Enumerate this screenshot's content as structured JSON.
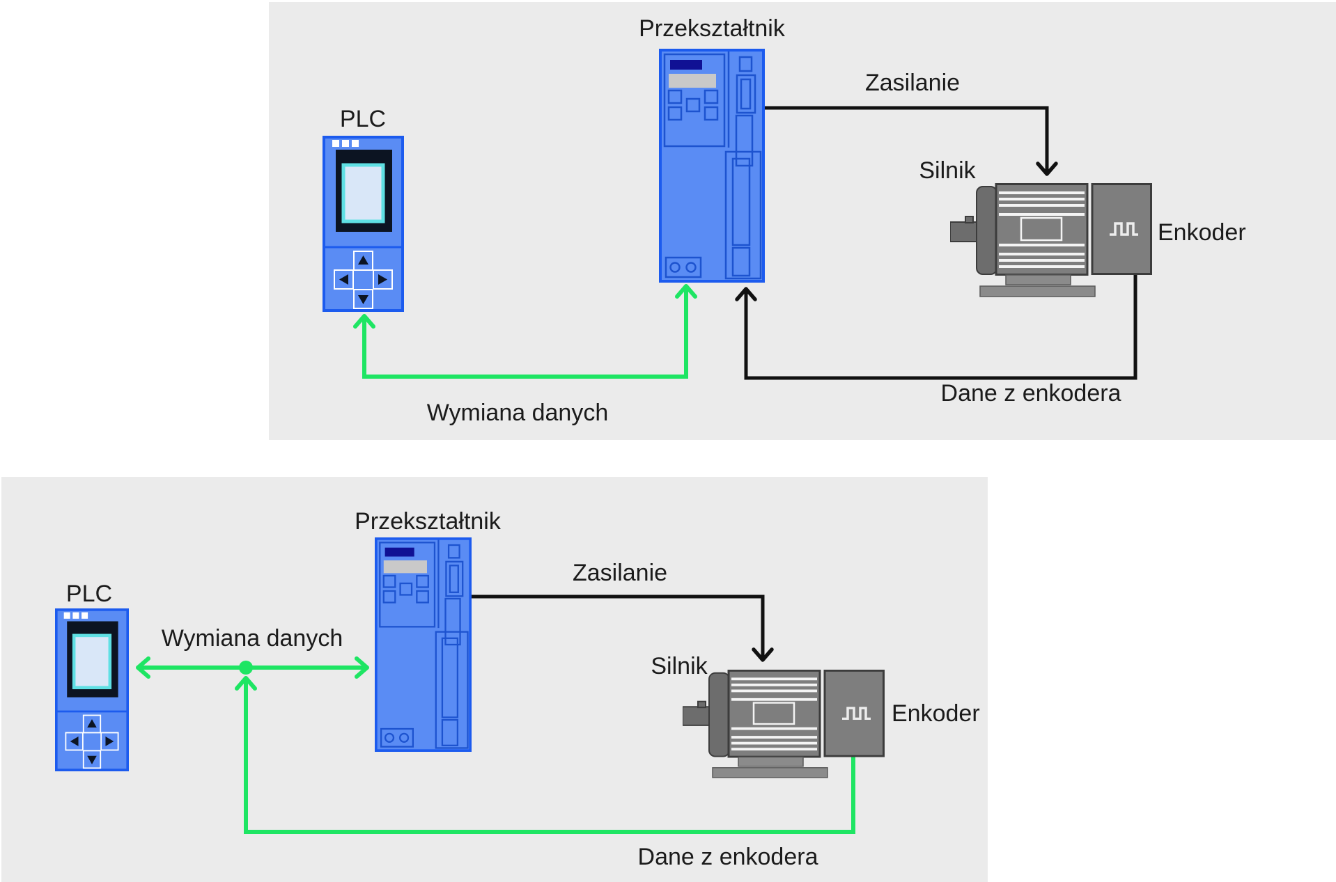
{
  "colors": {
    "panel_background": "#ebebeb",
    "device_blue": "#5a8cf4",
    "device_blue_border": "#1c5bee",
    "device_blue_outline": "#1d53cf",
    "display_navy": "#101194",
    "display_gray_bar": "#c9c9c9",
    "screen_bezel": "#0c1422",
    "screen_frame_cyan": "#5fe0e4",
    "screen_fill": "#d9e7f8",
    "machine_gray": "#7e7e7e",
    "machine_gray_dark": "#3c3c3c",
    "machine_gray_cap": "#6d6d6d",
    "machine_gray_mount": "#8b8b8b",
    "signal_green": "#1ee563",
    "signal_black": "#111111",
    "label_text": "#1b1b1b"
  },
  "diagrams": {
    "top": {
      "labels": {
        "plc": "PLC",
        "converter": "Przekształtnik",
        "power": "Zasilanie",
        "motor": "Silnik",
        "encoder": "Enkoder",
        "data_exchange": "Wymiana danych",
        "encoder_data": "Dane z enkodera"
      }
    },
    "bottom": {
      "labels": {
        "plc": "PLC",
        "converter": "Przekształtnik",
        "power": "Zasilanie",
        "motor": "Silnik",
        "encoder": "Enkoder",
        "data_exchange": "Wymiana danych",
        "encoder_data": "Dane z enkodera"
      }
    }
  }
}
